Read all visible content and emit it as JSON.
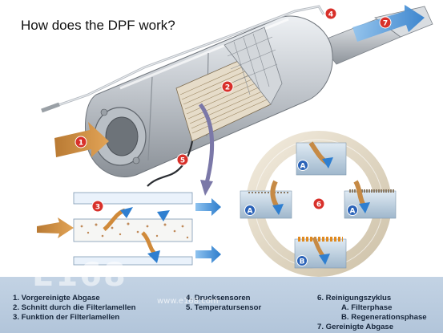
{
  "title": "How does the DPF work?",
  "badges": {
    "b1": "1",
    "b2": "2",
    "b3": "3",
    "b4": "4",
    "b5": "5",
    "b6": "6",
    "b7": "7",
    "phase_a": "A",
    "phase_b": "B"
  },
  "legend": {
    "item1": "1. Vorgereinigte Abgase",
    "item2": "2. Schnitt durch die Filterlamellen",
    "item3": "3. Funktion der Filterlamellen",
    "item4": "4. Drucksensoren",
    "item5": "5. Temperatursensor",
    "item6": "6. Reinigungszyklus",
    "item6a": "A. Filterphase",
    "item6b": "B. Regenerationsphase",
    "item7": "7. Gereinigte Abgase"
  },
  "watermark": {
    "logo": "E168",
    "site": "www.e168.com"
  },
  "colors": {
    "badge_red": "#d8302a",
    "badge_blue": "#2a62b8",
    "flow_orange": "#d08a3a",
    "flow_blue": "#2f7fd0",
    "legend_bg": "#bccde0"
  }
}
